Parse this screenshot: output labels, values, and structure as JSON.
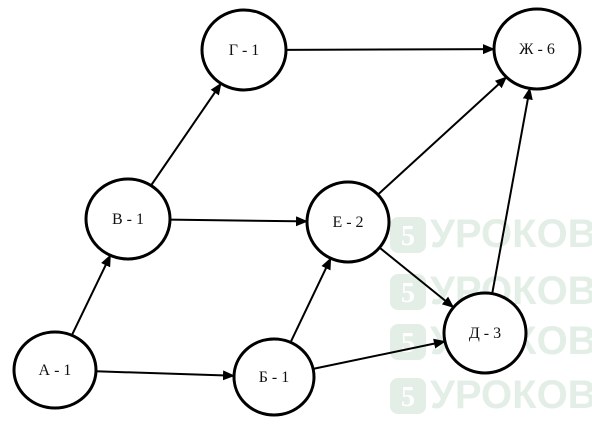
{
  "diagram": {
    "nodes": [
      {
        "id": "A",
        "label": "А - 1"
      },
      {
        "id": "B",
        "label": "Б - 1"
      },
      {
        "id": "V",
        "label": "В - 1"
      },
      {
        "id": "G",
        "label": "Г - 1"
      },
      {
        "id": "D",
        "label": "Д - 3"
      },
      {
        "id": "E",
        "label": "Е - 2"
      },
      {
        "id": "ZH",
        "label": "Ж - 6"
      }
    ],
    "edges": [
      {
        "from": "A",
        "to": "V"
      },
      {
        "from": "A",
        "to": "B"
      },
      {
        "from": "V",
        "to": "G"
      },
      {
        "from": "V",
        "to": "E"
      },
      {
        "from": "G",
        "to": "ZH"
      },
      {
        "from": "B",
        "to": "E"
      },
      {
        "from": "B",
        "to": "D"
      },
      {
        "from": "E",
        "to": "ZH"
      },
      {
        "from": "E",
        "to": "D"
      },
      {
        "from": "D",
        "to": "ZH"
      }
    ]
  },
  "watermark": {
    "text": "УРОКОВ",
    "badge": "5",
    "color": "#e3efe6"
  }
}
